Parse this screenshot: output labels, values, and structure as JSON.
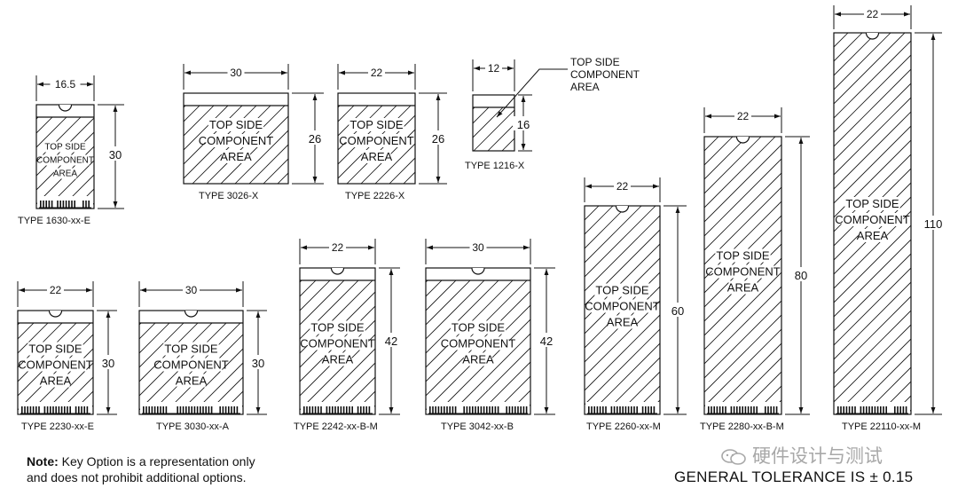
{
  "cards": [
    {
      "id": "1630",
      "label": "TYPE 1630-xx-E",
      "width_label": "16.5",
      "height_label": "30",
      "text": [
        "TOP SIDE",
        "COMPONENT",
        "AREA"
      ],
      "notch": true,
      "connector": true
    },
    {
      "id": "3026",
      "label": "TYPE 3026-X",
      "width_label": "30",
      "height_label": "26",
      "text": [
        "TOP SIDE",
        "COMPONENT",
        "AREA"
      ],
      "notch": false,
      "connector": false
    },
    {
      "id": "2226",
      "label": "TYPE 2226-X",
      "width_label": "22",
      "height_label": "26",
      "text": [
        "TOP SIDE",
        "COMPONENT",
        "AREA"
      ],
      "notch": false,
      "connector": false
    },
    {
      "id": "1216",
      "label": "TYPE 1216-X",
      "width_label": "12",
      "height_label": "16",
      "text": [],
      "notch": false,
      "connector": false
    },
    {
      "id": "2230",
      "label": "TYPE 2230-xx-E",
      "width_label": "22",
      "height_label": "30",
      "text": [
        "TOP SIDE",
        "COMPONENT",
        "AREA"
      ],
      "notch": true,
      "connector": true
    },
    {
      "id": "3030",
      "label": "TYPE 3030-xx-A",
      "width_label": "30",
      "height_label": "30",
      "text": [
        "TOP SIDE",
        "COMPONENT",
        "AREA"
      ],
      "notch": true,
      "connector": true
    },
    {
      "id": "2242",
      "label": "TYPE 2242-xx-B-M",
      "width_label": "22",
      "height_label": "42",
      "text": [
        "TOP SIDE",
        "COMPONENT",
        "AREA"
      ],
      "notch": true,
      "connector": true
    },
    {
      "id": "3042",
      "label": "TYPE 3042-xx-B",
      "width_label": "30",
      "height_label": "42",
      "text": [
        "TOP SIDE",
        "COMPONENT",
        "AREA"
      ],
      "notch": true,
      "connector": true
    },
    {
      "id": "2260",
      "label": "TYPE 2260-xx-M",
      "width_label": "22",
      "height_label": "60",
      "text": [
        "TOP SIDE",
        "COMPONENT",
        "AREA"
      ],
      "notch": true,
      "connector": true
    },
    {
      "id": "2280",
      "label": "TYPE 2280-xx-B-M",
      "width_label": "22",
      "height_label": "80",
      "text": [
        "TOP SIDE",
        "COMPONENT",
        "AREA"
      ],
      "notch": true,
      "connector": true
    },
    {
      "id": "22110",
      "label": "TYPE 22110-xx-M",
      "width_label": "22",
      "height_label": "110",
      "text": [
        "TOP SIDE",
        "COMPONENT",
        "AREA"
      ],
      "notch": true,
      "connector": true
    }
  ],
  "callout": {
    "lines": [
      "TOP SIDE",
      "COMPONENT",
      "AREA"
    ]
  },
  "note": {
    "bold": "Note:",
    "line1": " Key Option is a representation only",
    "line2": "and does not prohibit additional options."
  },
  "tolerance": "GENERAL TOLERANCE IS ± 0.15",
  "watermark": "硬件设计与测试"
}
